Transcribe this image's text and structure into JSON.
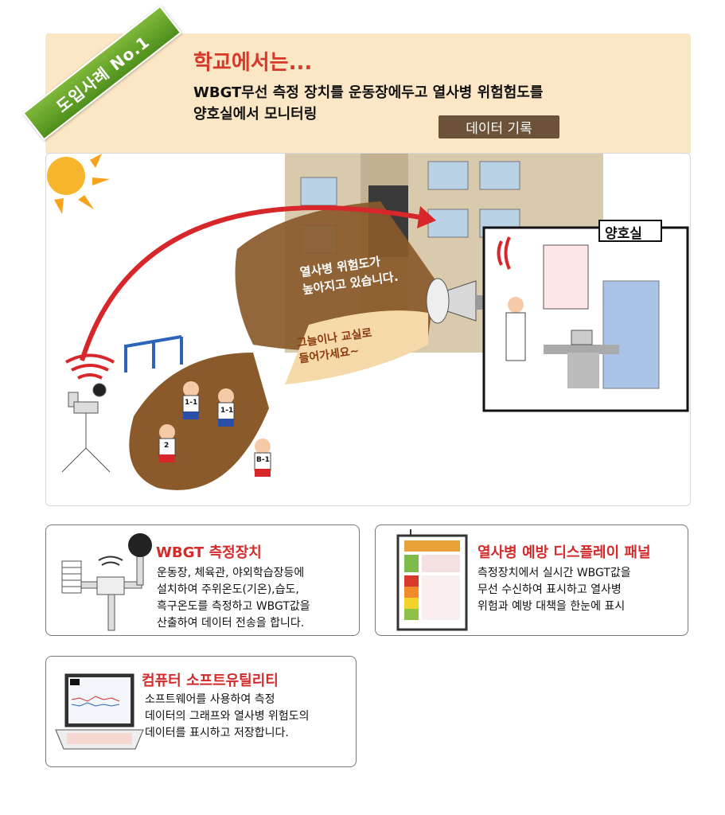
{
  "ribbon": {
    "label": "도입사례 No.1"
  },
  "header": {
    "title": "학교에서는...",
    "desc_line1": "WBGT무선 측정 장치를 운동장에두고 열사병 위험험도를",
    "desc_line2": "양호실에서 모니터링",
    "record_label": "데이터 기록"
  },
  "scene": {
    "wireless_label": "무선통신",
    "announce_line1": "열사병 위험도가",
    "announce_line2": "높아지고 있습니다.",
    "advice_line1": "그늘이나 교실로",
    "advice_line2": "들어가세요~",
    "room_label": "양호실",
    "kid_numbers": [
      "1-1",
      "1-1",
      "2",
      "B-1"
    ]
  },
  "cards": {
    "wbgt": {
      "title": "WBGT 측정장치",
      "line1": "운동장, 체육관,  야외학습장등에",
      "line2": "설치하여 주위온도(기온),습도,",
      "line3": "흑구온도를 측정하고 WBGT값을",
      "line4": "산출하여 데이터 전송을 합니다."
    },
    "display": {
      "title": "열사병 예방 디스플레이 패널",
      "line1": "측정장치에서 실시간 WBGT값을",
      "line2": "무선 수신하여 표시하고 열사병",
      "line3": "위험과 예방 대책을 한눈에 표시"
    },
    "software": {
      "title": "컴퓨터 소프트유틸리티",
      "line1": "소프트웨어를 사용하여 측정",
      "line2": "데이터의 그래프와 열사병 위험도의",
      "line3": "데이터를 표시하고 저장합니다."
    }
  },
  "colors": {
    "header_bg": "#fbe7c6",
    "title_red": "#d63a2a",
    "ribbon_green": "#6aa62c",
    "record_brown": "#6b5238",
    "ground_brown": "#8a5a2b"
  }
}
